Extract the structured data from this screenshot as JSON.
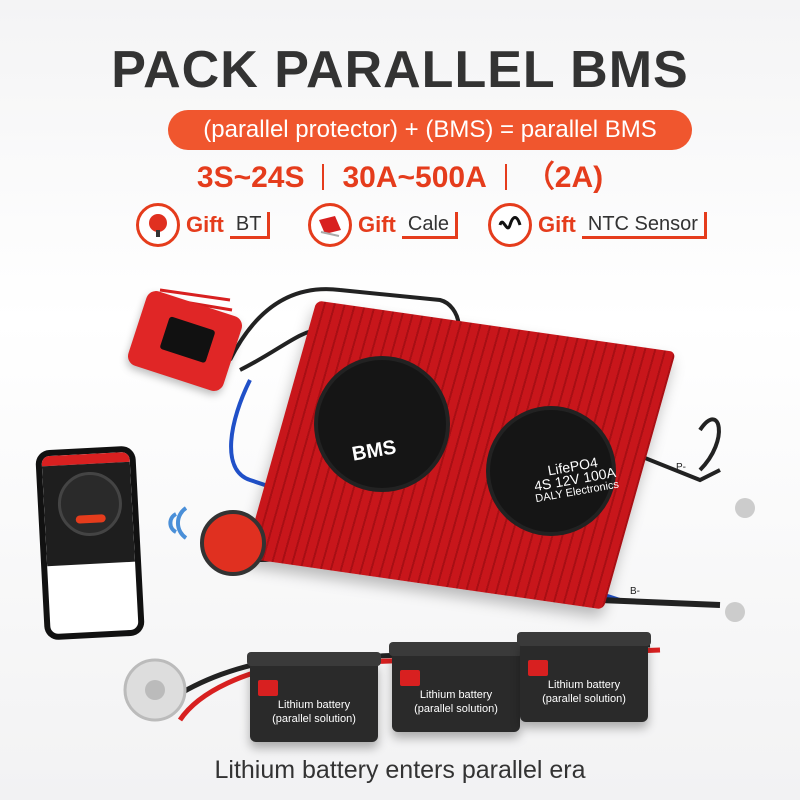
{
  "title": "PACK PARALLEL BMS",
  "formula": "(parallel protector) + (BMS) = parallel BMS",
  "specs": {
    "series": "3S~24S",
    "current": "30A~500A",
    "extra": "（2A)"
  },
  "gifts": [
    {
      "word": "Gift",
      "item": "BT",
      "icon": "bluetooth-module-icon"
    },
    {
      "word": "Gift",
      "item": "Cale",
      "icon": "cable-icon"
    },
    {
      "word": "Gift",
      "item": "NTC Sensor",
      "icon": "ntc-sensor-icon"
    }
  ],
  "bms": {
    "logo": "BMS",
    "fan_label": {
      "chem": "LifePO4",
      "rating": "4S 12V 100A",
      "brand": "DALY Electronics"
    },
    "terminal_p": "P-",
    "terminal_b": "B-"
  },
  "batteries": [
    {
      "line1": "Lithium battery",
      "line2": "(parallel solution)"
    },
    {
      "line1": "Lithium battery",
      "line2": "(parallel solution)"
    },
    {
      "line1": "Lithium battery",
      "line2": "(parallel solution)"
    }
  ],
  "tagline": "Lithium battery enters parallel era",
  "colors": {
    "accent": "#e53c1c",
    "banner": "#f0562e",
    "board": "#c8161b",
    "title": "#333333"
  }
}
